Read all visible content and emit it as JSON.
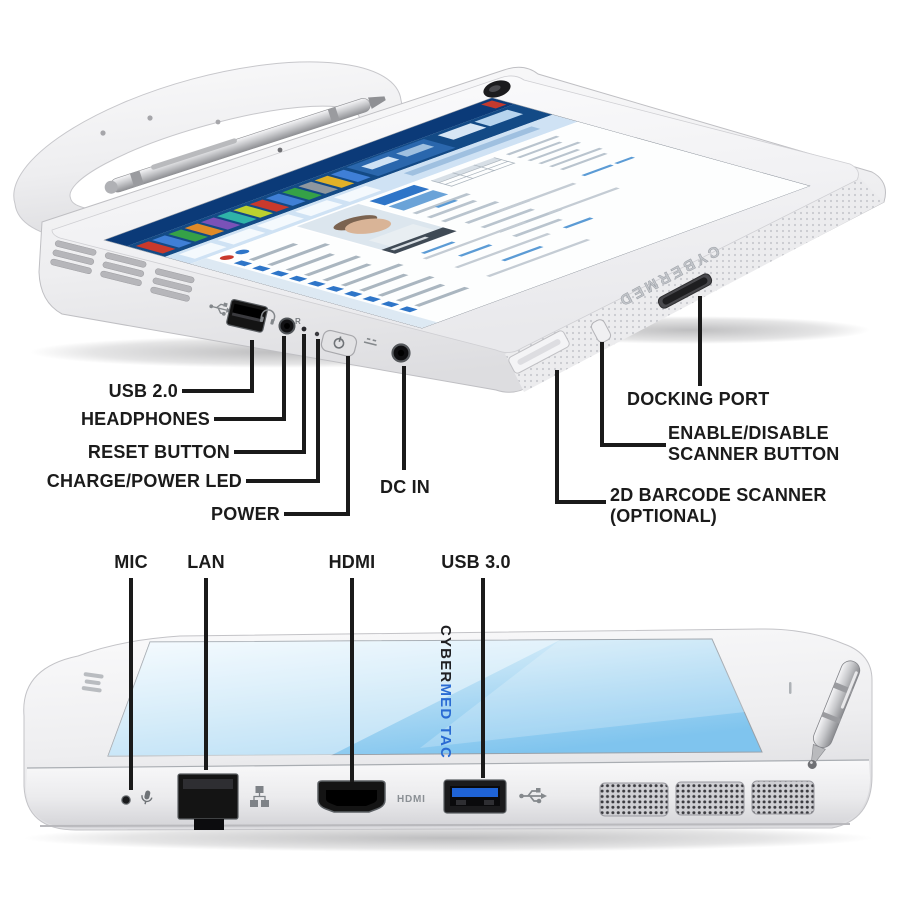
{
  "page": {
    "background": "#ffffff",
    "description": "Annotated port diagram of CyberMed medical tablet PC, two views"
  },
  "product": {
    "edge_branding": "CYBERMED",
    "screen_logo_black": "CYBER",
    "screen_logo_blue": "MED",
    "screen_logo_tail": " TAC",
    "reset_marker": "R",
    "hdmi_port_text": "HDMI"
  },
  "callouts": {
    "usb2": "USB 2.0",
    "headphones": "HEADPHONES",
    "reset_button": "RESET BUTTON",
    "charge_power_led": "CHARGE/POWER LED",
    "power": "POWER",
    "dc_in": "DC IN",
    "docking_port": "DOCKING PORT",
    "scanner_button_line1": "ENABLE/DISABLE",
    "scanner_button_line2": "SCANNER BUTTON",
    "barcode_line1": "2D BARCODE SCANNER",
    "barcode_line2": "(OPTIONAL)",
    "mic": "MIC",
    "lan": "LAN",
    "hdmi": "HDMI",
    "usb3": "USB 3.0"
  },
  "icons": {
    "usb2_port": "usb-trident-icon",
    "headphones": "headphones-icon",
    "power_button": "power-symbol-icon",
    "dc_in": "dc-power-icon",
    "mic": "microphone-icon",
    "lan": "ethernet-network-icon",
    "usb3_port": "usb-trident-icon"
  },
  "colors": {
    "label_text": "#1b1b1b",
    "connector_line": "#1a1a1a",
    "device_body": "#f2f2f4",
    "screen_ui_navy": "#0b3a78",
    "screen_ui_blue": "#2e75c8",
    "wallpaper_blue": "#8ecdf0",
    "logo_blue": "#2a6bd3",
    "usb3_tongue_blue": "#1f63d6",
    "port_black": "#141414"
  }
}
